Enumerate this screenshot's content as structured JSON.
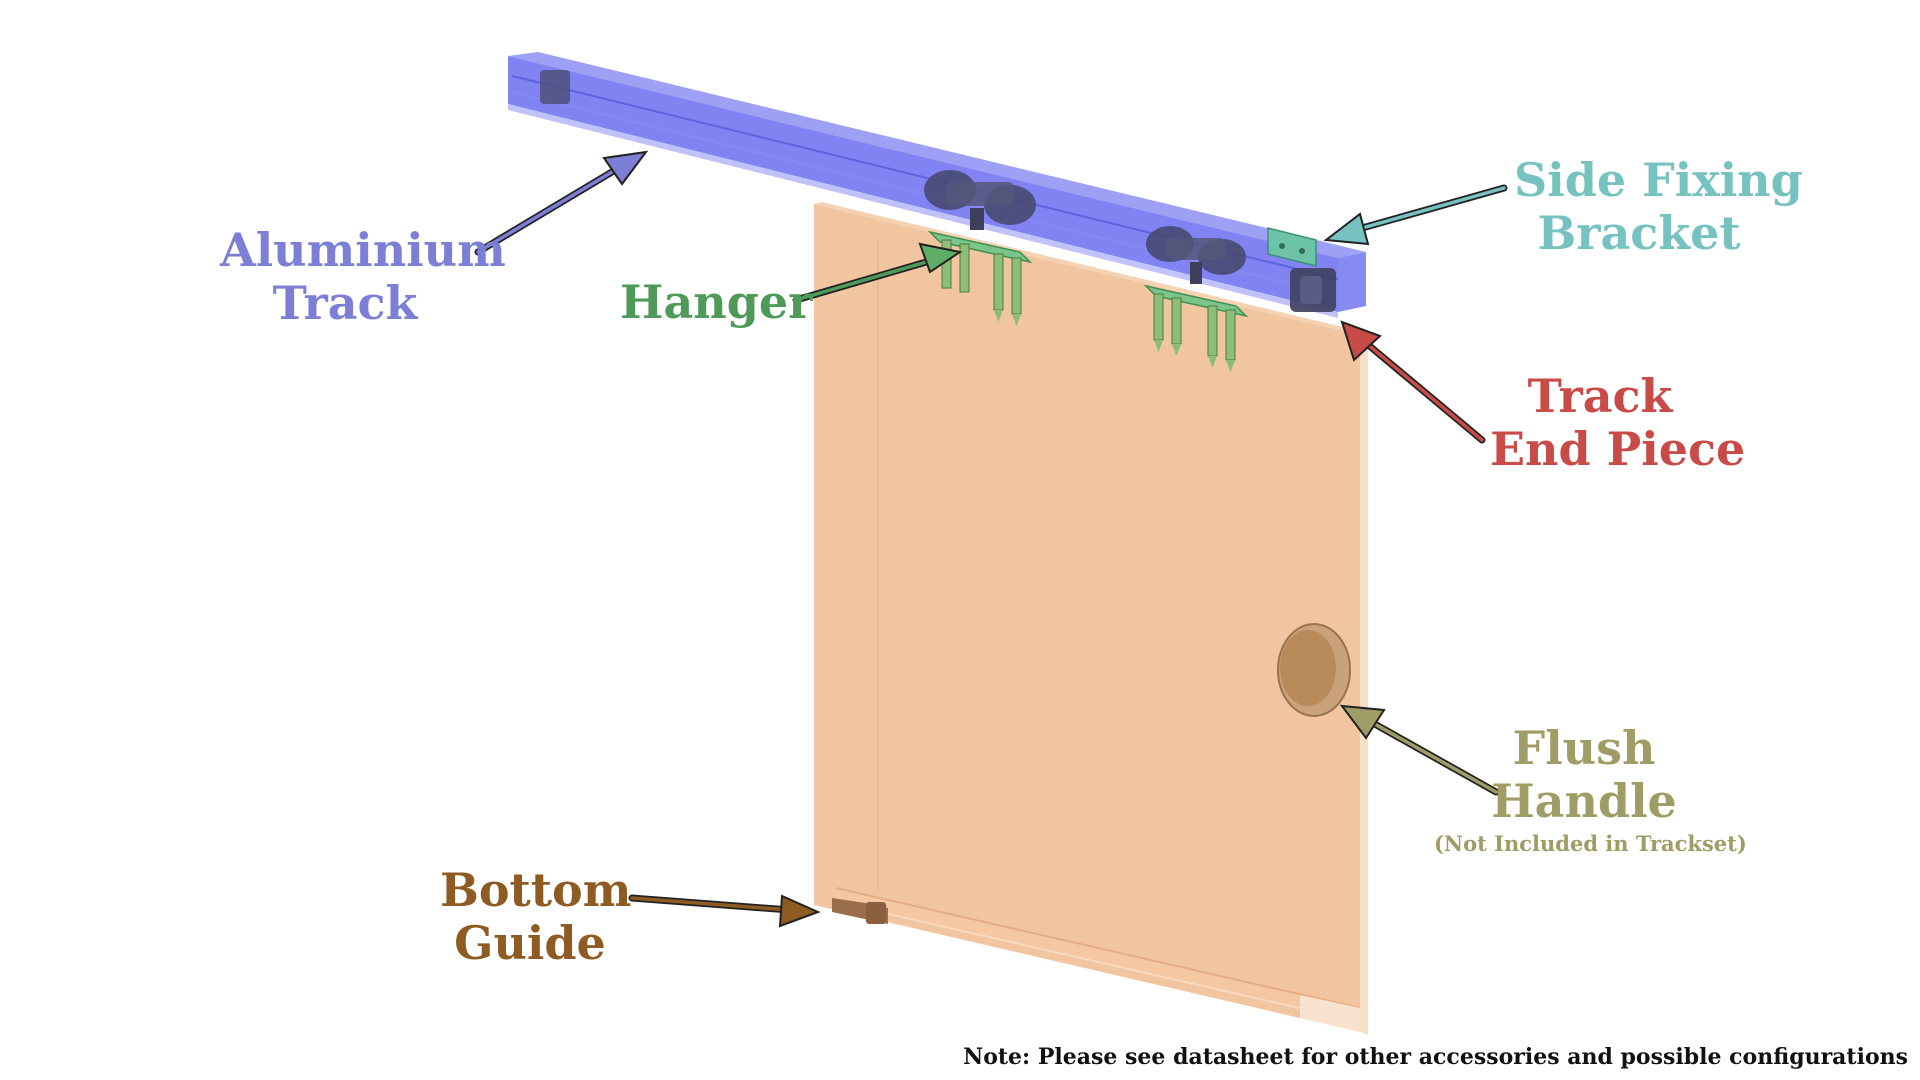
{
  "labels": {
    "aluminium_track": {
      "line1": "Aluminium",
      "line2": "Track",
      "color": "#7d7fd6"
    },
    "hanger": {
      "line1": "Hanger",
      "color": "#4f9a58"
    },
    "side_fixing_bracket": {
      "line1": "Side Fixing",
      "line2": "Bracket",
      "color": "#76c2c0"
    },
    "track_end_piece": {
      "line1": "Track",
      "line2": "End Piece",
      "color": "#c84b48"
    },
    "flush_handle": {
      "line1": "Flush",
      "line2": "Handle",
      "sub": "(Not Included in Trackset)",
      "color": "#a09c66"
    },
    "bottom_guide": {
      "line1": "Bottom",
      "line2": "Guide",
      "color": "#8e5c22"
    }
  },
  "note": "Note: Please see datasheet for other accessories and possible configurations",
  "colors": {
    "door": "#f0c39b",
    "door_edge": "#f6d6b8",
    "track": "#6a6ef0",
    "hardware": "#555577",
    "hanger_plate": "#7cc58a",
    "bracket": "#6cc3a8",
    "handle": "#b98b5b",
    "bottom_guide_block": "#9a6e4c"
  }
}
